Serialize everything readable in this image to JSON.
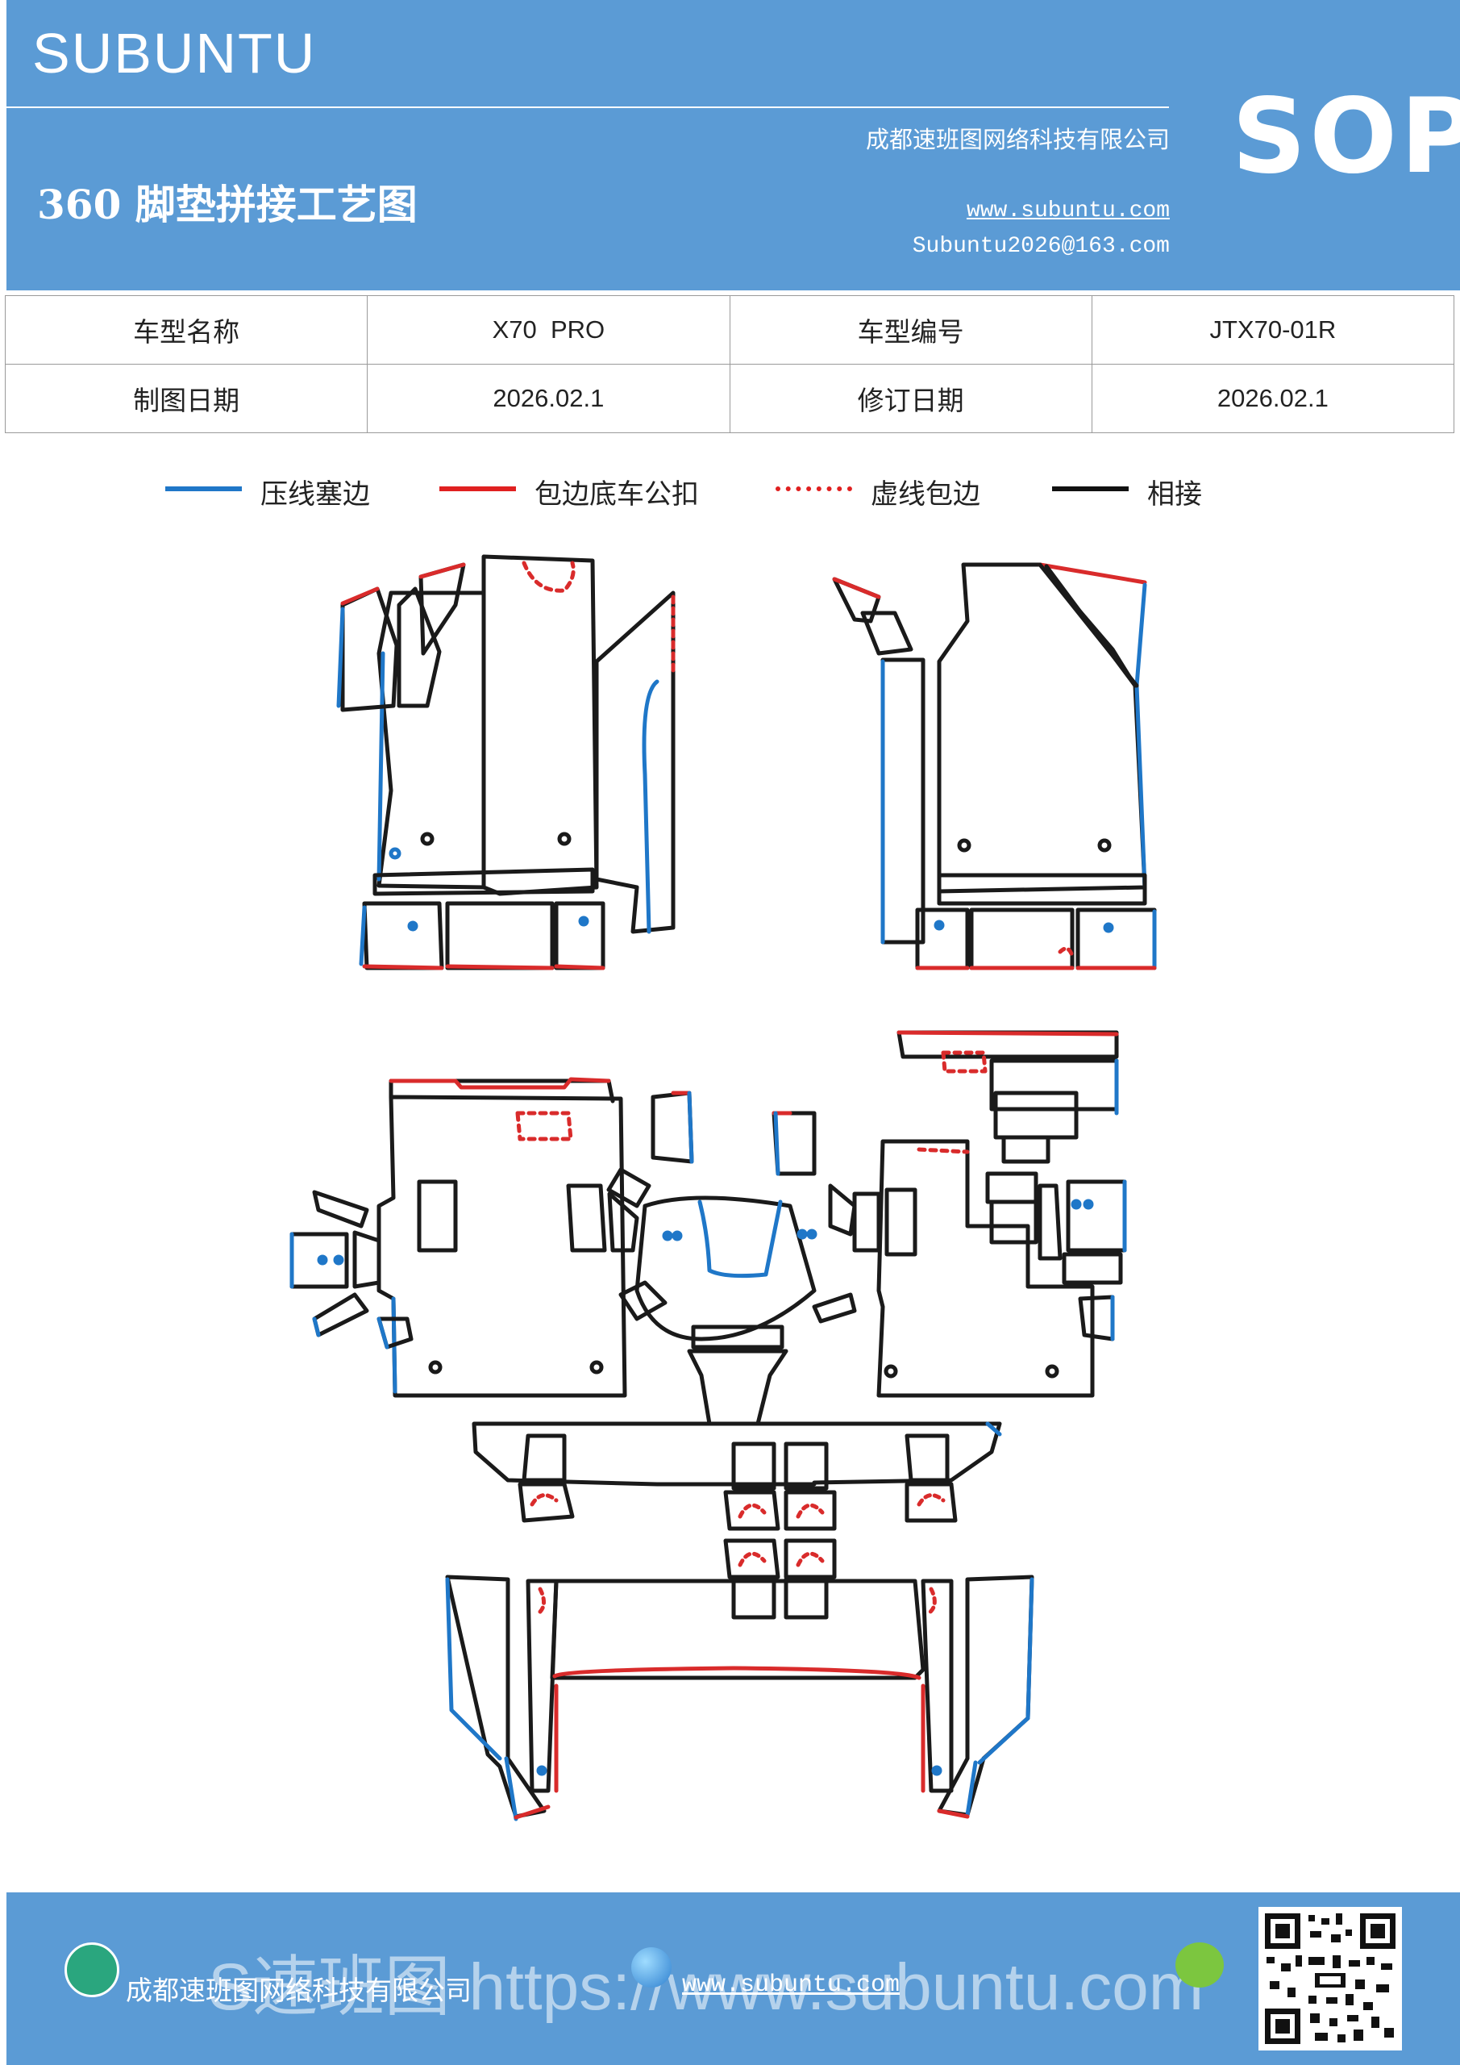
{
  "header": {
    "brand": "SUBUNTU",
    "company": "成都速班图网络科技有限公司",
    "title": "360 脚垫拼接工艺图",
    "website": "www.subuntu.com",
    "email": "Subuntu2026@163.com",
    "badge": "SOP"
  },
  "info_table": {
    "rows": [
      {
        "label_a": "车型名称",
        "value_a": "X70  PRO",
        "label_b": "车型编号",
        "value_b": "JTX70-01R"
      },
      {
        "label_a": "制图日期",
        "value_a": "2026.02.1",
        "label_b": "修订日期",
        "value_b": "2026.02.1"
      }
    ]
  },
  "legend": {
    "items": [
      {
        "label": "压线塞边",
        "color": "#1f77c8",
        "style": "solid"
      },
      {
        "label": "包边底车公扣",
        "color": "#e02020",
        "style": "solid"
      },
      {
        "label": "虚线包边",
        "color": "#e02020",
        "style": "dotted"
      },
      {
        "label": "相接",
        "color": "#111111",
        "style": "solid"
      }
    ]
  },
  "colors": {
    "header_bg": "#5b9bd5",
    "blue_edge": "#1f77c8",
    "red_edge": "#d92b2b",
    "black_edge": "#1a1a1a"
  },
  "footer": {
    "company": "成都速班图网络科技有限公司",
    "website": "www.subuntu.com",
    "watermark": "S速班图 https://www.subuntu.com"
  }
}
